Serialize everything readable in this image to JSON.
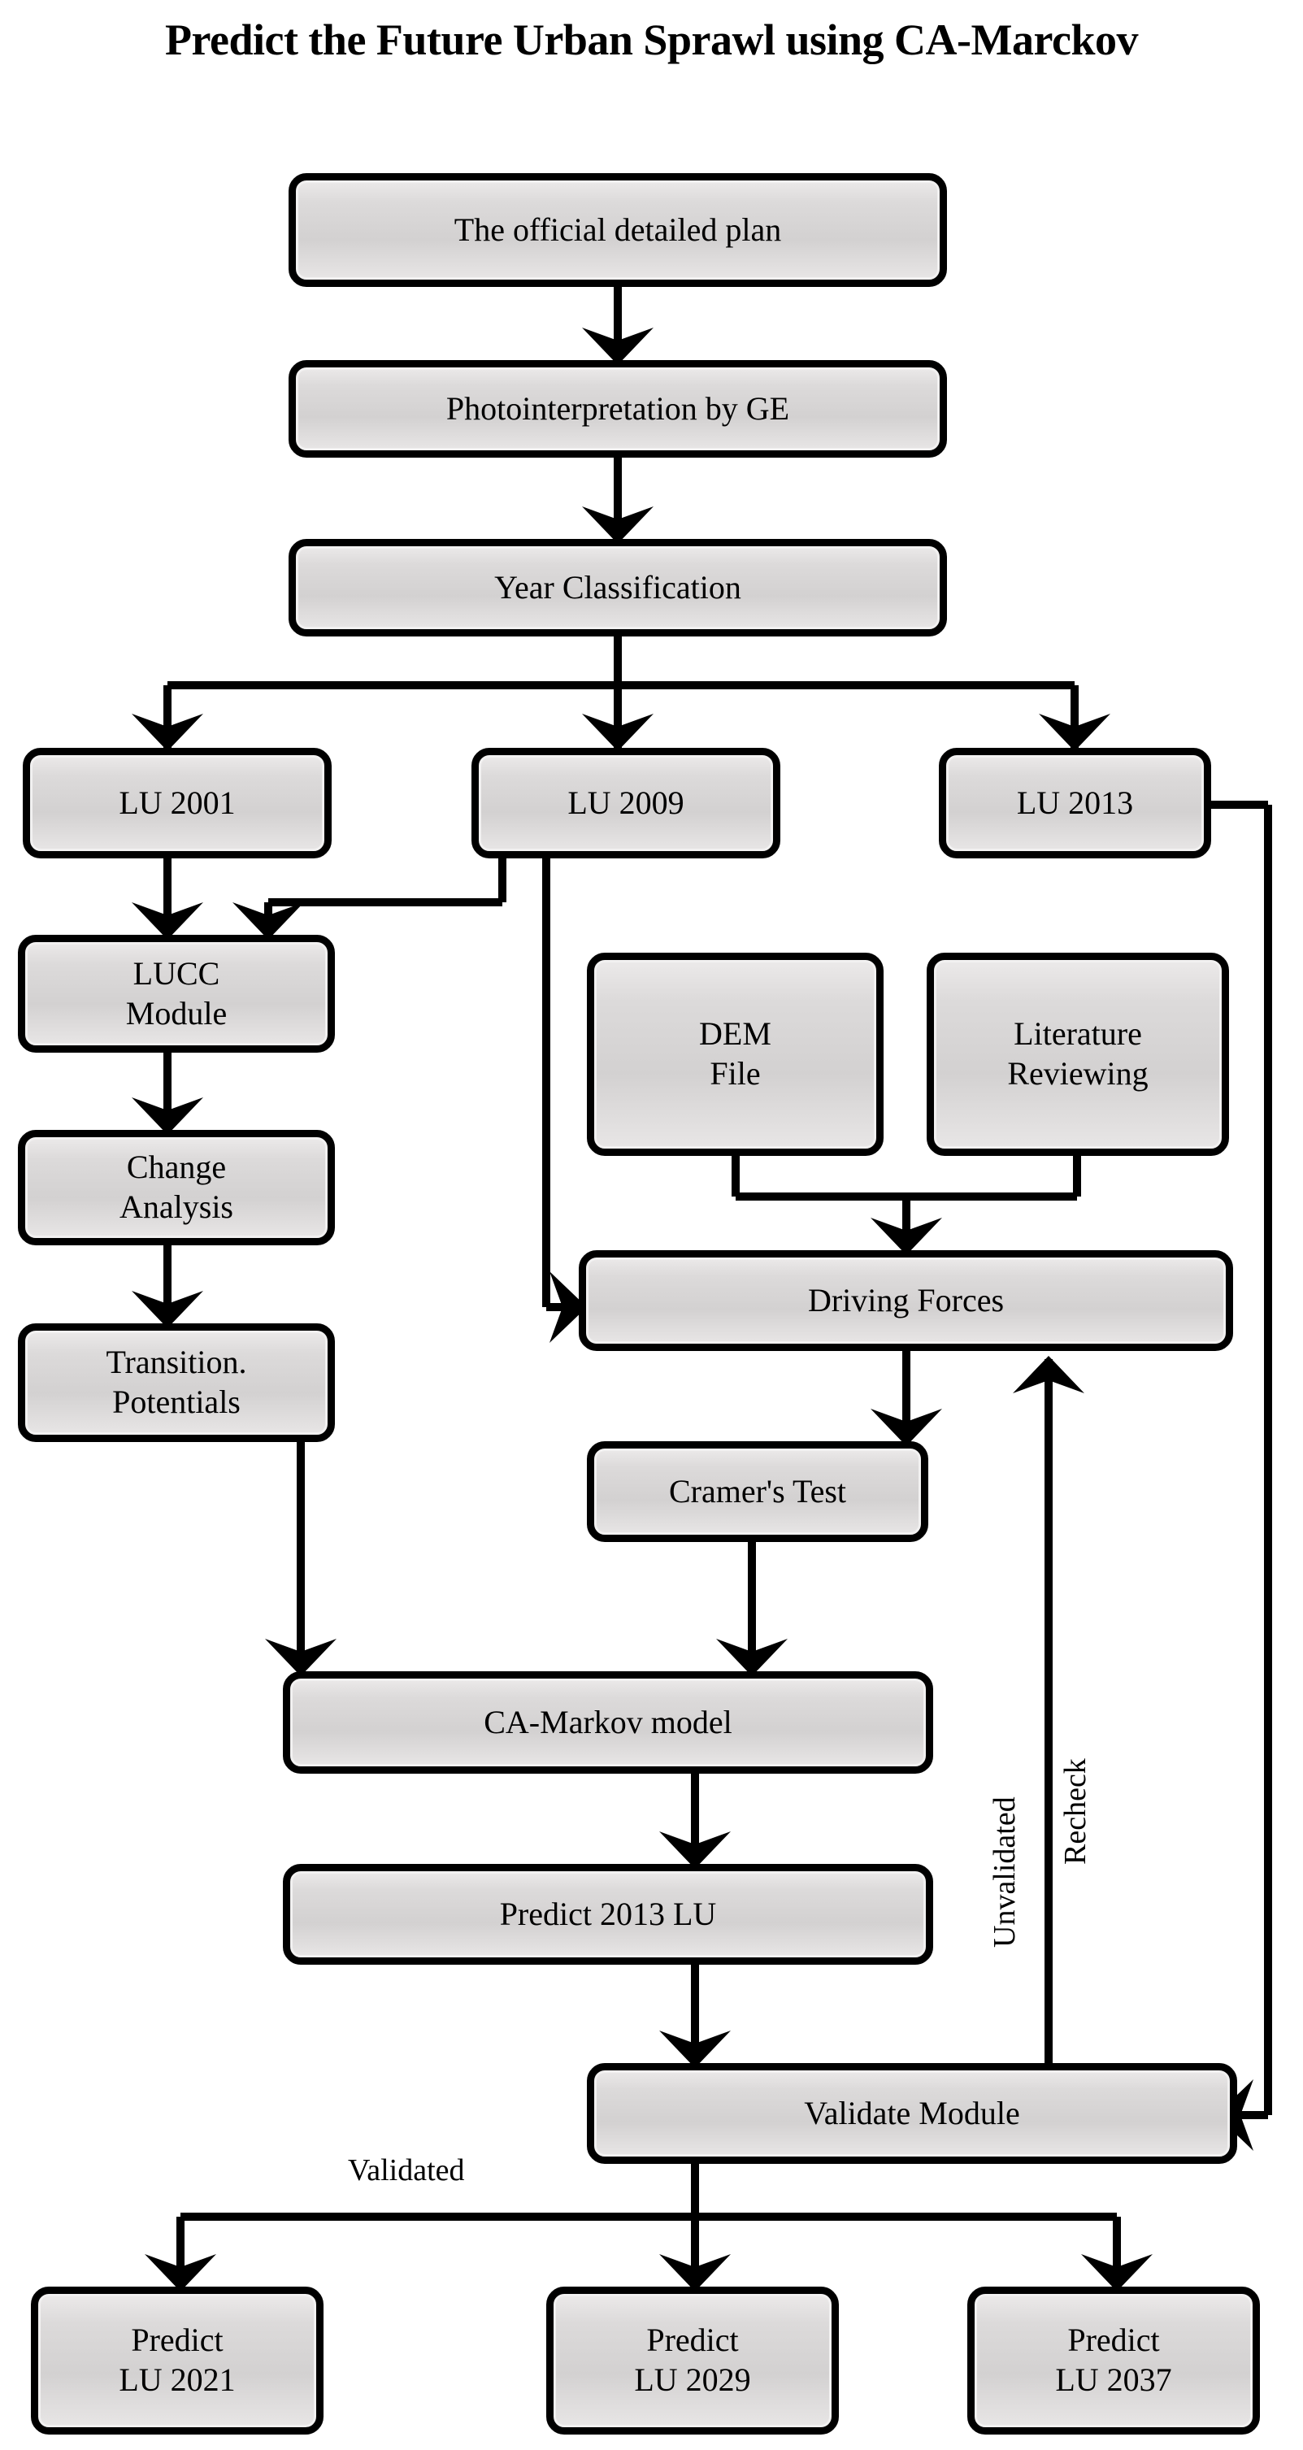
{
  "title": "Predict the Future Urban Sprawl using CA-Marckov",
  "palette": {
    "node_fill": "#d6d4d4",
    "node_border": "#000000",
    "background": "#ffffff",
    "text": "#000000"
  },
  "chart_data": {
    "type": "diagram",
    "diagram_kind": "flowchart",
    "title": "Predict the Future Urban Sprawl using CA-Marckov",
    "nodes": [
      {
        "id": "official_plan",
        "label": "The official detailed plan"
      },
      {
        "id": "photointerp",
        "label": "Photointerpretation  by GE"
      },
      {
        "id": "year_class",
        "label": "Year Classification"
      },
      {
        "id": "lu2001",
        "label": "LU 2001"
      },
      {
        "id": "lu2009",
        "label": "LU 2009"
      },
      {
        "id": "lu2013",
        "label": "LU 2013"
      },
      {
        "id": "lucc",
        "label": "LUCC\nModule"
      },
      {
        "id": "change",
        "label": "Change\nAnalysis"
      },
      {
        "id": "transition",
        "label": "Transition.\nPotentials"
      },
      {
        "id": "dem",
        "label": "DEM\nFile"
      },
      {
        "id": "literature",
        "label": "Literature\nReviewing"
      },
      {
        "id": "driving",
        "label": "Driving Forces"
      },
      {
        "id": "cramer",
        "label": "Cramer's Test"
      },
      {
        "id": "camarkov",
        "label": "CA-Markov  model"
      },
      {
        "id": "predict2013",
        "label": "Predict 2013 LU"
      },
      {
        "id": "validate",
        "label": "Validate Module"
      },
      {
        "id": "predict2021",
        "label": "Predict\nLU 2021"
      },
      {
        "id": "predict2029",
        "label": "Predict\nLU 2029"
      },
      {
        "id": "predict2037",
        "label": "Predict\nLU 2037"
      }
    ],
    "edges": [
      {
        "from": "official_plan",
        "to": "photointerp",
        "label": ""
      },
      {
        "from": "photointerp",
        "to": "year_class",
        "label": ""
      },
      {
        "from": "year_class",
        "to": "lu2001",
        "label": ""
      },
      {
        "from": "year_class",
        "to": "lu2009",
        "label": ""
      },
      {
        "from": "year_class",
        "to": "lu2013",
        "label": ""
      },
      {
        "from": "lu2001",
        "to": "lucc",
        "label": ""
      },
      {
        "from": "lu2009",
        "to": "lucc",
        "label": ""
      },
      {
        "from": "lu2009",
        "to": "driving",
        "label": ""
      },
      {
        "from": "lucc",
        "to": "change",
        "label": ""
      },
      {
        "from": "change",
        "to": "transition",
        "label": ""
      },
      {
        "from": "transition",
        "to": "camarkov",
        "label": ""
      },
      {
        "from": "dem",
        "to": "driving",
        "label": ""
      },
      {
        "from": "literature",
        "to": "driving",
        "label": ""
      },
      {
        "from": "driving",
        "to": "cramer",
        "label": ""
      },
      {
        "from": "cramer",
        "to": "camarkov",
        "label": ""
      },
      {
        "from": "camarkov",
        "to": "predict2013",
        "label": ""
      },
      {
        "from": "predict2013",
        "to": "validate",
        "label": ""
      },
      {
        "from": "lu2013",
        "to": "validate",
        "label": ""
      },
      {
        "from": "validate",
        "to": "driving",
        "label": "Unvalidated Recheck"
      },
      {
        "from": "validate",
        "to": "predict2021",
        "label": "Validated"
      },
      {
        "from": "validate",
        "to": "predict2029",
        "label": "Validated"
      },
      {
        "from": "validate",
        "to": "predict2037",
        "label": "Validated"
      }
    ],
    "edge_labels": [
      "Unvalidated",
      "Recheck",
      "Validated"
    ]
  },
  "nodes": {
    "official_plan": "The official detailed plan",
    "photointerp": "Photointerpretation  by GE",
    "year_class": "Year Classification",
    "lu2001": "LU 2001",
    "lu2009": "LU 2009",
    "lu2013": "LU 2013",
    "lucc": "LUCC\nModule",
    "change": "Change\nAnalysis",
    "transition": "Transition.\nPotentials",
    "dem": "DEM\nFile",
    "literature": "Literature\nReviewing",
    "driving": "Driving Forces",
    "cramer": "Cramer's Test",
    "camarkov": "CA-Markov  model",
    "predict2013": "Predict 2013 LU",
    "validate": "Validate Module",
    "predict2021": "Predict\nLU 2021",
    "predict2029": "Predict\nLU 2029",
    "predict2037": "Predict\nLU 2037"
  },
  "labels": {
    "unvalidated": "Unvalidated",
    "recheck": "Recheck",
    "validated": "Validated"
  }
}
